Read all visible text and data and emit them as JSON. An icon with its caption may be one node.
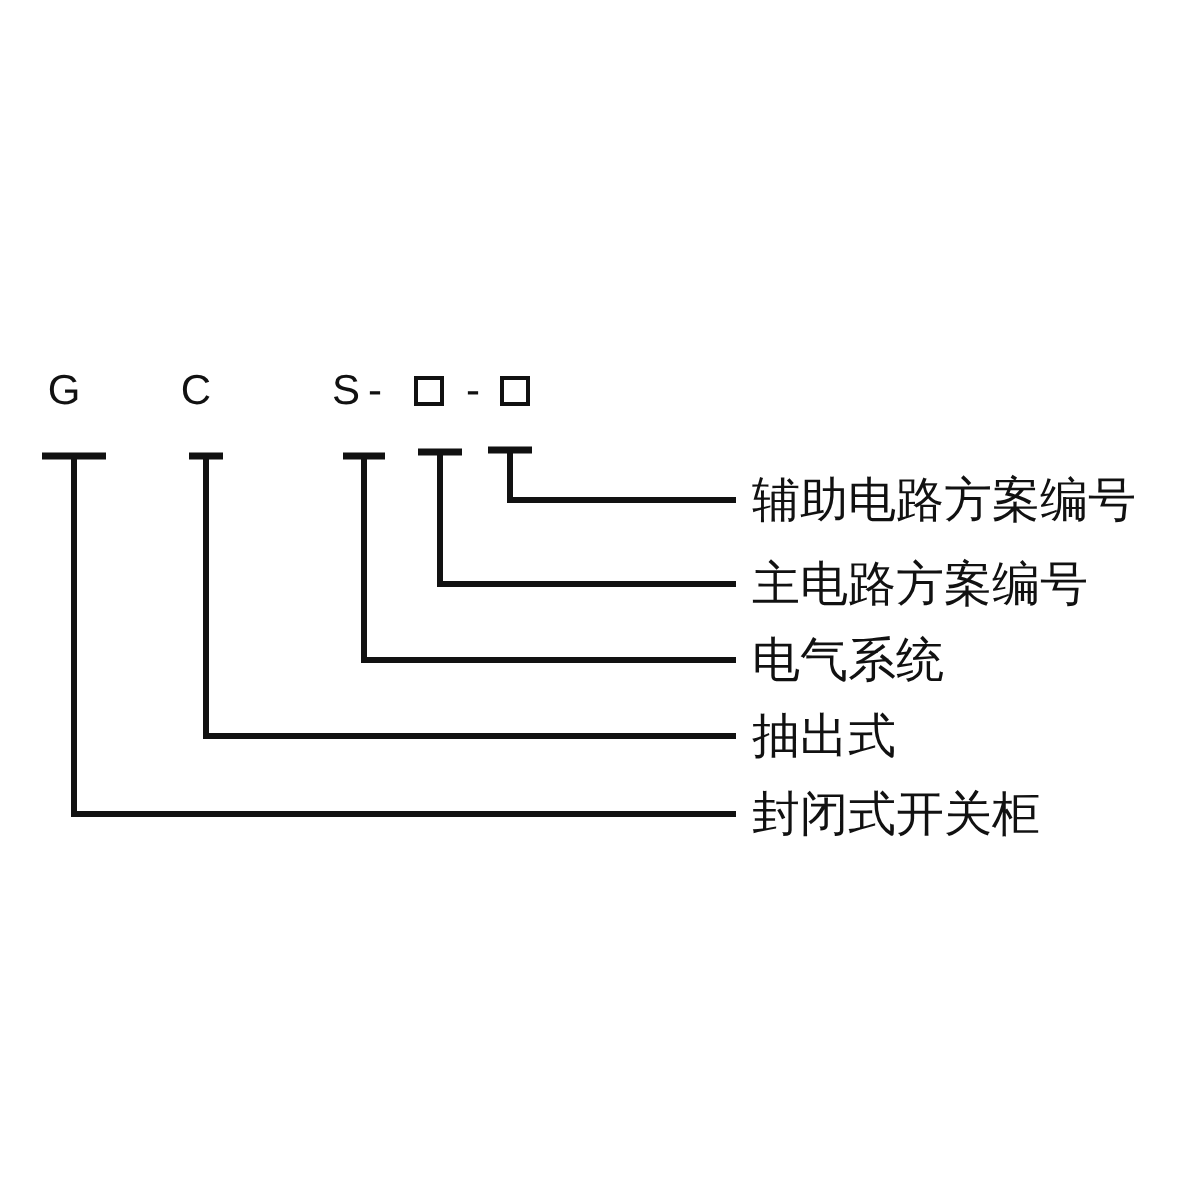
{
  "diagram": {
    "nodes": [
      {
        "text": [
          "G"
        ]
      },
      {
        "text": [
          "C"
        ]
      },
      {
        "text": [
          "S"
        ]
      },
      {
        "text": [],
        "shape": "box"
      },
      {
        "text": [],
        "shape": "box"
      },
      {
        "text": [
          "辅助电路方案编号"
        ]
      },
      {
        "text": [
          "主电路方案编号"
        ]
      },
      {
        "text": [
          "电气系统"
        ]
      },
      {
        "text": [
          "抽出式"
        ]
      },
      {
        "text": [
          "封闭式开关柜"
        ]
      }
    ],
    "edges": [
      {
        "from": 0,
        "to": 9,
        "arrow": "other"
      },
      {
        "from": 1,
        "to": 8,
        "arrow": "other"
      },
      {
        "from": 2,
        "to": 7,
        "arrow": "other"
      },
      {
        "from": 3,
        "to": 6,
        "arrow": "other"
      },
      {
        "from": 4,
        "to": 5,
        "arrow": "other"
      }
    ],
    "labels": [
      "-",
      "-"
    ]
  }
}
